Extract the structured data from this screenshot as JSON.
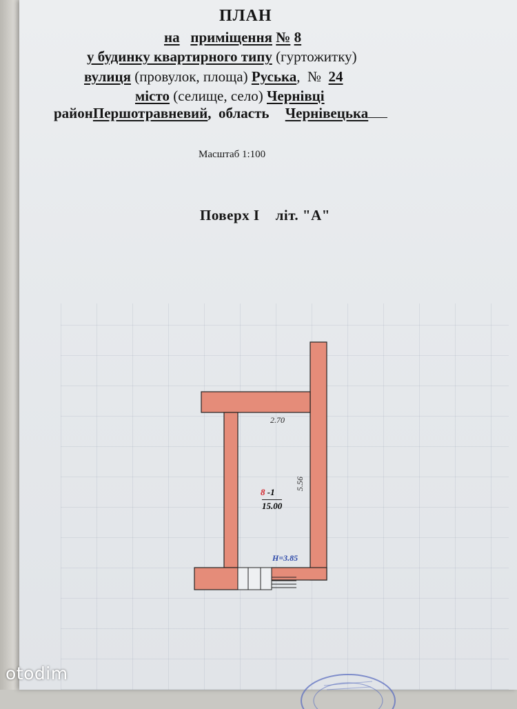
{
  "title": "ПЛАН",
  "line1": {
    "pre": "на",
    "value": "приміщення",
    "num_label": "№",
    "num": "8"
  },
  "line2": {
    "value": "у будинку квартирного типу",
    "note": "(гуртожитку)"
  },
  "line3": {
    "label": "вулиця",
    "note": "(провулок, площа)",
    "street": "Руська",
    "sep": ",",
    "num_label": "№",
    "num": "24"
  },
  "line4": {
    "label": "місто",
    "note": "(селище, село)",
    "city": "Чернівці"
  },
  "line5": {
    "label": "район",
    "district": "Першотравневий",
    "sep": ",",
    "region_label": "область",
    "region": "Чернівецька"
  },
  "scale": "Масштаб 1:100",
  "floor": {
    "label": "Поверх І",
    "lit": "літ. \"А\""
  },
  "plan": {
    "width_dim": "2.70",
    "length_dim": "5.56",
    "room_building": "8",
    "room_index": "-1",
    "room_area": "15.00",
    "height": "H=3.85",
    "wall_color": "#e58c79",
    "wall_stroke": "#222222"
  },
  "watermark": "otodim"
}
